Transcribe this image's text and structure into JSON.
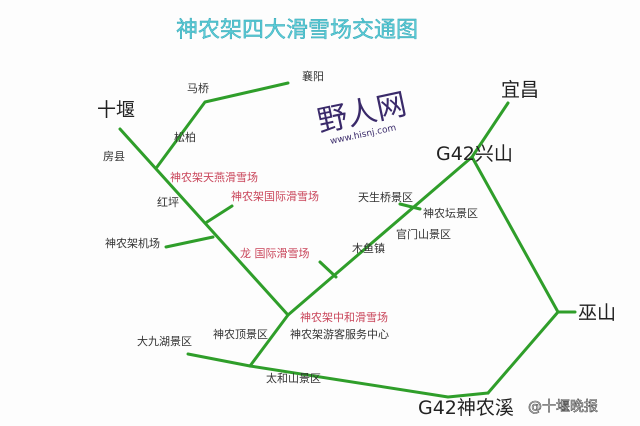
{
  "title": "神农架四大滑雪场交通图",
  "colors": {
    "road": "#2f9e2a",
    "ski_resort": "#c9455a",
    "title": "#5ccbd6"
  },
  "cities": {
    "shiyan": "十堰",
    "yichang": "宜昌",
    "g42_xingshan": "G42兴山",
    "wushan": "巫山",
    "g42_shennongxi": "G42神农溪"
  },
  "places": {
    "fangxian": "房县",
    "maqiao": "马桥",
    "xiangyang": "襄阳",
    "songbai": "松柏",
    "hongping": "红坪",
    "airport": "神农架机场",
    "tianshengqiao": "天生桥景区",
    "shennongtan": "神农坛景区",
    "guanmenshan": "官门山景区",
    "muyu": "木鱼镇",
    "visitor_center": "神农架游客服务中心",
    "shennongding": "神农顶景区",
    "dajiuhu": "大九湖景区",
    "taiheshan": "太和山景区"
  },
  "ski_resorts": {
    "tianyan": "神农架天燕滑雪场",
    "international": "神农架国际滑雪场",
    "long": "龙  国际滑雪场",
    "zhonghe": "神农架中和滑雪场"
  },
  "watermark": {
    "logo": "野人网",
    "url": "www.hisnj.com",
    "source": "@十堰晚报"
  }
}
